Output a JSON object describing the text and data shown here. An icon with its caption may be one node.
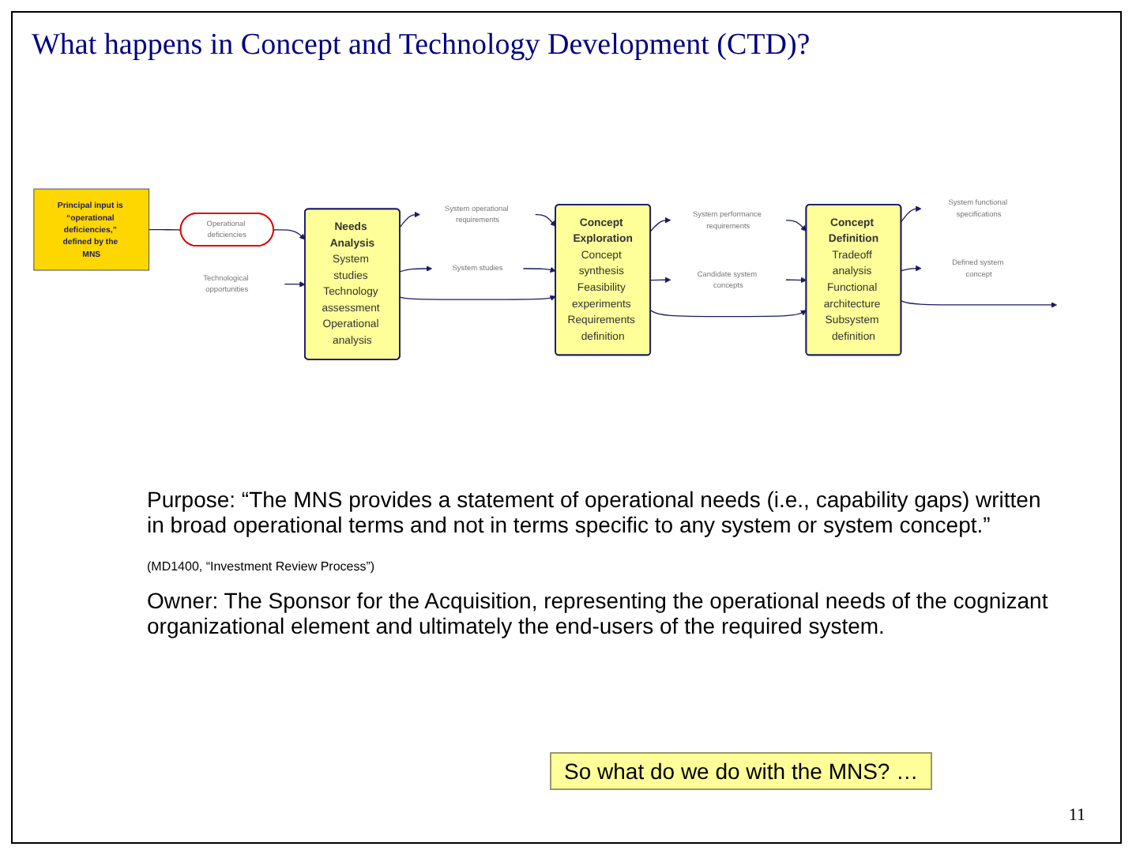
{
  "diagram": {
    "title": "What happens in Concept and Technology Development (CTD)?",
    "nodes": [
      {
        "text": [
          "Principal input is “operational deficiencies,” defined by the MNS"
        ]
      },
      {
        "text": [
          "Operational deficiencies"
        ]
      },
      {
        "text": [
          "System operational requirements"
        ]
      },
      {
        "text": [
          "System performance requirements"
        ]
      },
      {
        "text": [
          "System functional specifications"
        ]
      },
      {
        "text": [
          "Needs Analysis",
          "System studies Technology assessment Operational analysis"
        ]
      },
      {
        "text": [
          "Concept Exploration",
          "Concept synthesis Feasibility experiments Requirements definition"
        ]
      },
      {
        "text": [
          "Concept Definition",
          "Tradeoff analysis Functional architecture Subsystem definition"
        ]
      },
      {
        "text": [
          "Technological opportunities"
        ]
      },
      {
        "text": [
          "System studies"
        ]
      },
      {
        "text": [
          "Candidate system concepts"
        ]
      },
      {
        "text": [
          "Defined system concept"
        ]
      }
    ],
    "edges": [
      {
        "from": 0,
        "to": 1,
        "arrow": "none"
      },
      {
        "from": 1,
        "to": 5,
        "arrow": "to"
      },
      {
        "from": 5,
        "to": 2,
        "arrow": "to"
      },
      {
        "from": 2,
        "to": 6,
        "arrow": "to"
      },
      {
        "from": 6,
        "to": 3,
        "arrow": "to"
      },
      {
        "from": 3,
        "to": 7,
        "arrow": "to"
      },
      {
        "from": 7,
        "to": 4,
        "arrow": "to"
      },
      {
        "from": 8,
        "to": 5,
        "arrow": "to"
      },
      {
        "from": 5,
        "to": 9,
        "arrow": "to"
      },
      {
        "from": 9,
        "to": 6,
        "arrow": "to"
      },
      {
        "from": 6,
        "to": 10,
        "arrow": "to"
      },
      {
        "from": 10,
        "to": 7,
        "arrow": "to"
      },
      {
        "from": 7,
        "to": 11,
        "arrow": "to"
      },
      {
        "from": 5,
        "to": 6,
        "arrow": "to"
      },
      {
        "from": 6,
        "to": 7,
        "arrow": "to"
      },
      {
        "from": 7,
        "to": null,
        "arrow": "to"
      }
    ],
    "labels": [
      "Purpose: “The MNS provides a statement of operational needs (i.e., capability gaps) written in broad operational terms and not in terms specific to any system or system concept.”",
      "(MD1400, “Investment Review Process”)",
      "Owner: The Sponsor for the Acquisition, representing the operational needs of the cognizant organizational element and ultimately the end-users of the required system.",
      "So what do we do with the MNS? …",
      "11"
    ]
  }
}
